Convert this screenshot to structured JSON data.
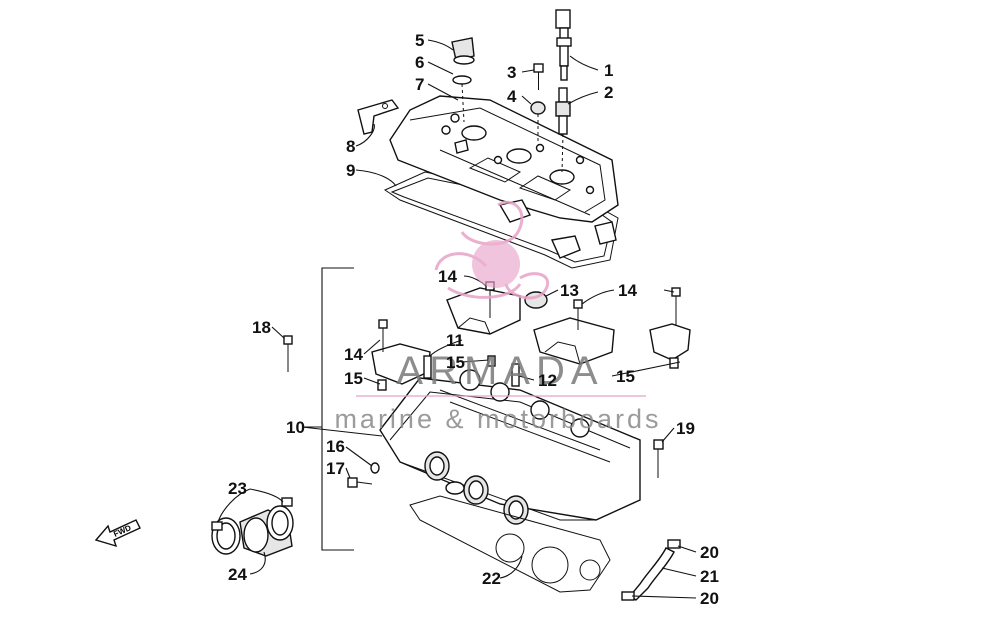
{
  "diagram": {
    "callouts": [
      {
        "id": "c1",
        "label": "1"
      },
      {
        "id": "c2",
        "label": "2"
      },
      {
        "id": "c3",
        "label": "3"
      },
      {
        "id": "c4",
        "label": "4"
      },
      {
        "id": "c5",
        "label": "5"
      },
      {
        "id": "c6",
        "label": "6"
      },
      {
        "id": "c7",
        "label": "7"
      },
      {
        "id": "c8",
        "label": "8"
      },
      {
        "id": "c9",
        "label": "9"
      },
      {
        "id": "c10",
        "label": "10"
      },
      {
        "id": "c11",
        "label": "11"
      },
      {
        "id": "c12",
        "label": "12"
      },
      {
        "id": "c13",
        "label": "13"
      },
      {
        "id": "c14a",
        "label": "14"
      },
      {
        "id": "c14b",
        "label": "14"
      },
      {
        "id": "c14c",
        "label": "14"
      },
      {
        "id": "c15a",
        "label": "15"
      },
      {
        "id": "c15b",
        "label": "15"
      },
      {
        "id": "c15c",
        "label": "15"
      },
      {
        "id": "c16",
        "label": "16"
      },
      {
        "id": "c17",
        "label": "17"
      },
      {
        "id": "c18",
        "label": "18"
      },
      {
        "id": "c19",
        "label": "19"
      },
      {
        "id": "c20a",
        "label": "20"
      },
      {
        "id": "c20b",
        "label": "20"
      },
      {
        "id": "c21",
        "label": "21"
      },
      {
        "id": "c22",
        "label": "22"
      },
      {
        "id": "c23",
        "label": "23"
      },
      {
        "id": "c24",
        "label": "24"
      }
    ],
    "direction_label": "FWD"
  },
  "watermark": {
    "title": "ARMADA",
    "subtitle": "marine & motorboards",
    "accent_color": "#e8a3c8",
    "text_color": "#7a7a7a"
  },
  "colors": {
    "line": "#111111",
    "background": "#ffffff"
  }
}
